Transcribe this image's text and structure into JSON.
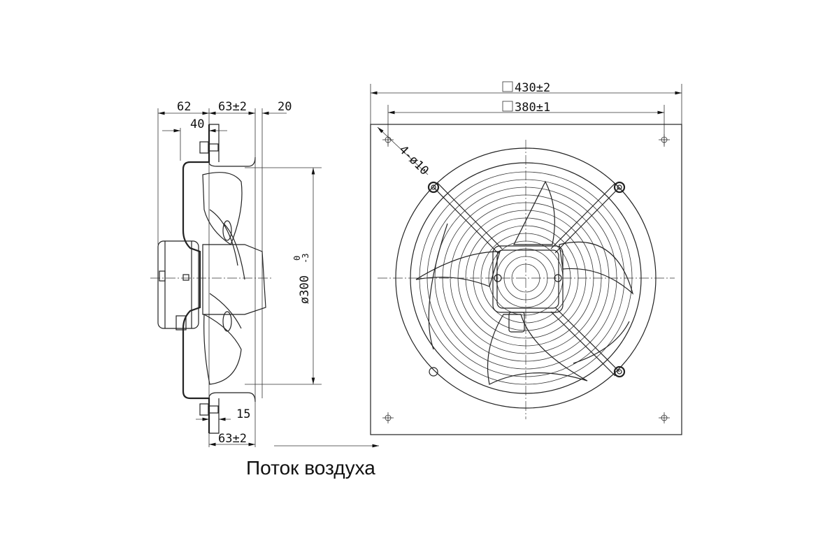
{
  "side_view": {
    "dim_total_left": "62",
    "dim_depth_top": "63±2",
    "dim_offset": "20",
    "dim_motor": "40",
    "dim_diameter": "ø300",
    "dim_diameter_tol_upper": "0",
    "dim_diameter_tol_lower": "-3",
    "dim_bolt": "15",
    "dim_depth_bottom": "63±2"
  },
  "front_view": {
    "dim_outer": "430±2",
    "dim_inner": "380±1",
    "dim_holes": "4-ø10"
  },
  "airflow_label": "Поток воздуха"
}
